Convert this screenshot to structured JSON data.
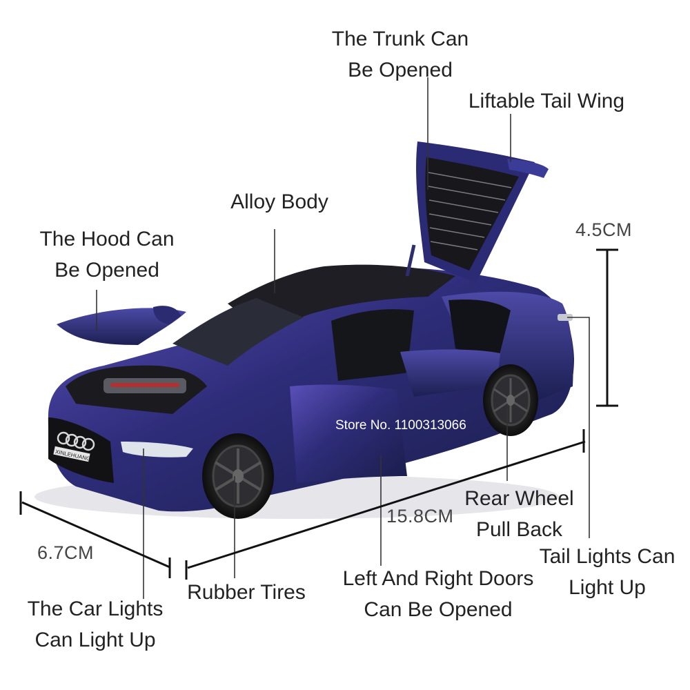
{
  "labels": {
    "trunk": [
      "The Trunk Can",
      "Be Opened"
    ],
    "tail_wing": [
      "Liftable Tail Wing"
    ],
    "alloy_body": [
      "Alloy Body"
    ],
    "hood": [
      "The Hood Can",
      "Be Opened"
    ],
    "rear_wheel": [
      "Rear Wheel",
      "Pull Back"
    ],
    "tail_lights": [
      "Tail Lights Can",
      "Light Up"
    ],
    "doors": [
      "Left And Right Doors",
      "Can Be Opened"
    ],
    "rubber_tires": [
      "Rubber Tires"
    ],
    "car_lights": [
      "The Car Lights",
      "Can Light Up"
    ]
  },
  "dimensions": {
    "height": "4.5CM",
    "length": "15.8CM",
    "width": "6.7CM"
  },
  "watermark": "Store No. 1100313066",
  "badge_text": "XINLEHUANG",
  "colors": {
    "body_paint": "#2a2a6a",
    "body_highlight": "#4a4aa8",
    "glass": "#1a1a1e",
    "line": "#333333",
    "background": "#ffffff"
  }
}
